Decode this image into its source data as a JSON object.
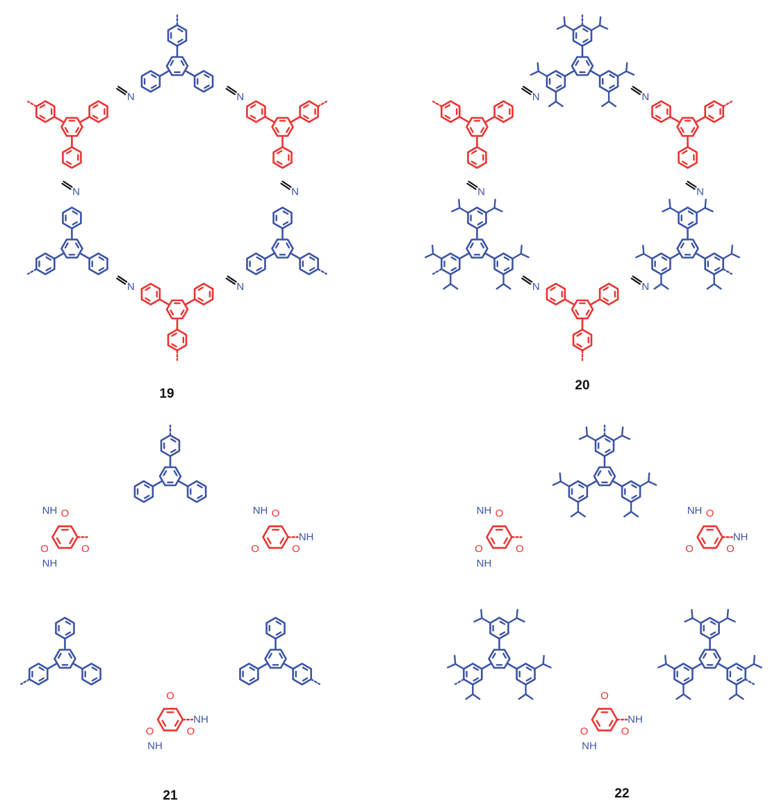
{
  "colors": {
    "knot_a": "#3b53a4",
    "knot_b": "#ea3331",
    "linkage": "#111111",
    "background": "#ffffff"
  },
  "structures": [
    {
      "label": "19",
      "type": "imine",
      "isopropyl": false
    },
    {
      "label": "20",
      "type": "imine",
      "isopropyl": true
    },
    {
      "label": "21",
      "type": "enamine",
      "isopropyl": false
    },
    {
      "label": "22",
      "type": "enamine",
      "isopropyl": true
    }
  ],
  "atoms": {
    "nitrogen": "N",
    "amine": "NH",
    "oxygen": "O"
  },
  "icons": {
    "benzene_ring": "hexagon-with-inner-double-bonds",
    "isopropyl": "branched-Y-stick",
    "continuation": "dashed-bond-stub"
  }
}
